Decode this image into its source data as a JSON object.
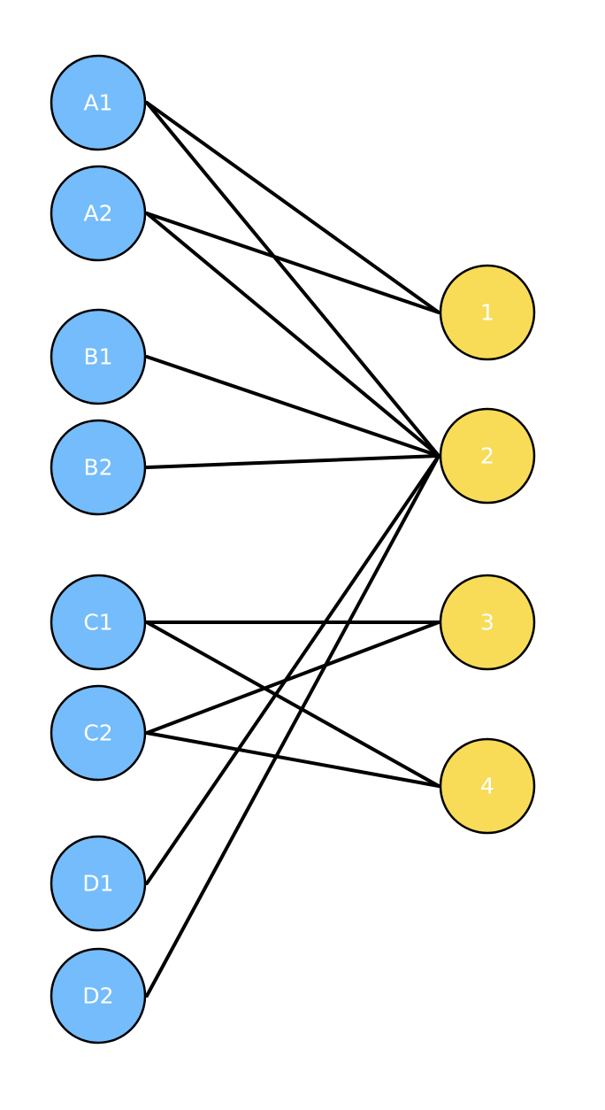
{
  "diagram": {
    "colors": {
      "left_fill": "#74bcfb",
      "right_fill": "#f8dc58",
      "edge": "#000000",
      "outline": "#000000",
      "label": "#ffffff"
    },
    "left_nodes": [
      {
        "id": "A1",
        "label": "A1"
      },
      {
        "id": "A2",
        "label": "A2"
      },
      {
        "id": "B1",
        "label": "B1"
      },
      {
        "id": "B2",
        "label": "B2"
      },
      {
        "id": "C1",
        "label": "C1"
      },
      {
        "id": "C2",
        "label": "C2"
      },
      {
        "id": "D1",
        "label": "D1"
      },
      {
        "id": "D2",
        "label": "D2"
      }
    ],
    "right_nodes": [
      {
        "id": "1",
        "label": "1"
      },
      {
        "id": "2",
        "label": "2"
      },
      {
        "id": "3",
        "label": "3"
      },
      {
        "id": "4",
        "label": "4"
      }
    ],
    "edges": [
      {
        "from": "A1",
        "to": "1"
      },
      {
        "from": "A1",
        "to": "2"
      },
      {
        "from": "A2",
        "to": "1"
      },
      {
        "from": "A2",
        "to": "2"
      },
      {
        "from": "B1",
        "to": "2"
      },
      {
        "from": "B2",
        "to": "2"
      },
      {
        "from": "C1",
        "to": "3"
      },
      {
        "from": "C1",
        "to": "4"
      },
      {
        "from": "C2",
        "to": "3"
      },
      {
        "from": "C2",
        "to": "4"
      },
      {
        "from": "D1",
        "to": "2"
      },
      {
        "from": "D2",
        "to": "2"
      }
    ]
  }
}
